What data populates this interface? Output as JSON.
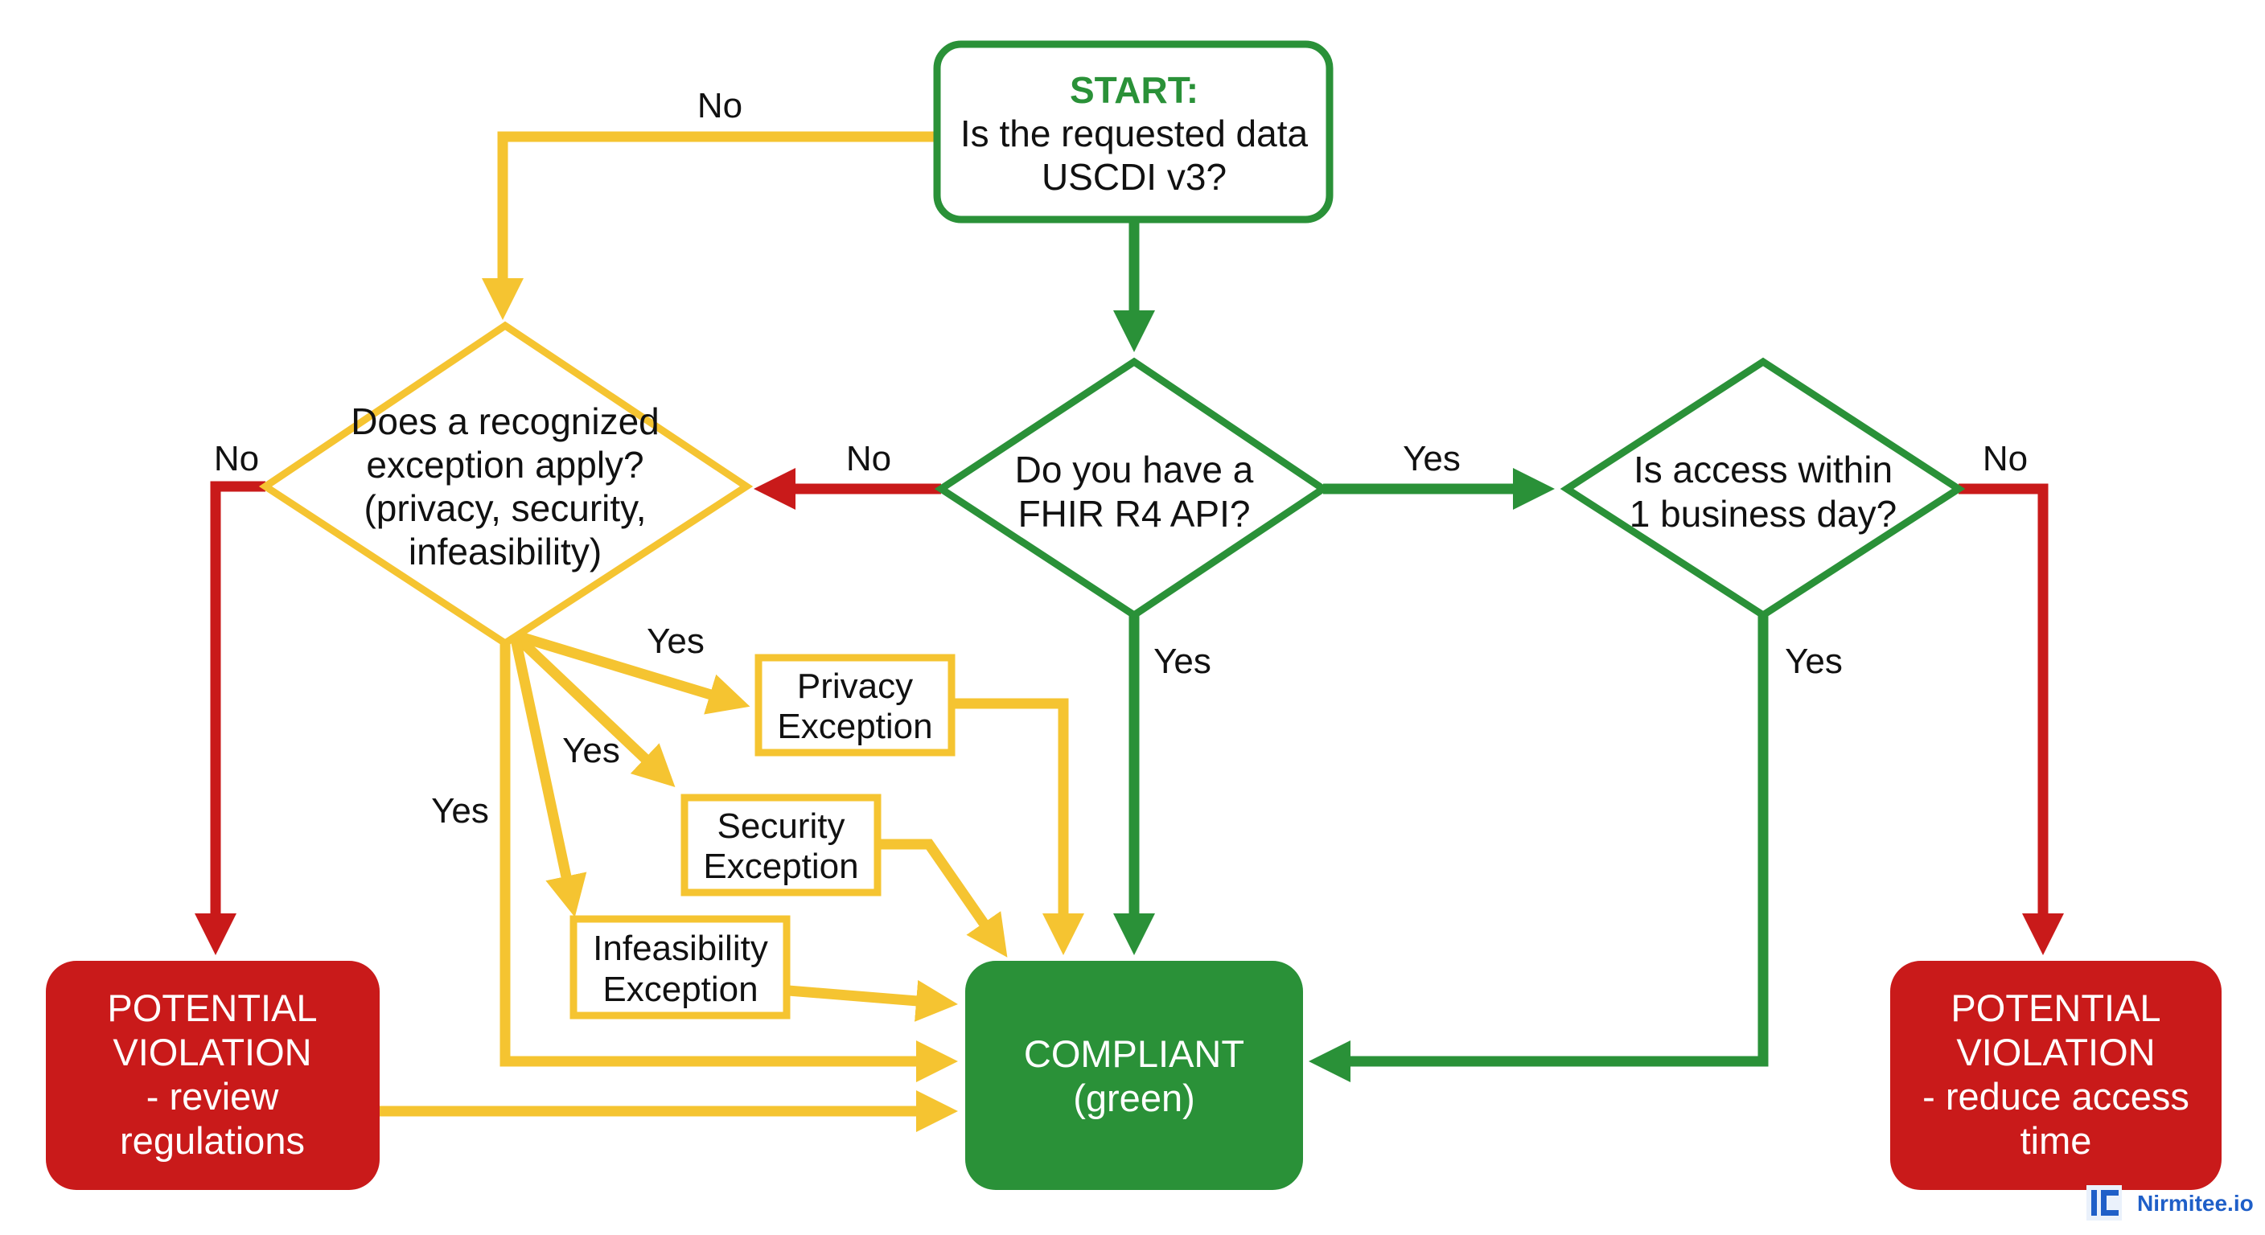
{
  "colors": {
    "green": "#2a9138",
    "yellow": "#f5c431",
    "red": "#c91a1a",
    "brand": "#1f5fc8"
  },
  "start": {
    "title": "START:",
    "line1": "Is the requested data",
    "line2": "USCDI v3?"
  },
  "decisions": {
    "exception": {
      "line1": "Does a recognized",
      "line2": "exception apply?",
      "line3": "(privacy, security,",
      "line4": "infeasibility)"
    },
    "fhir": {
      "line1": "Do you have a",
      "line2": "FHIR R4 API?"
    },
    "access": {
      "line1": "Is access within",
      "line2": "1 business day?"
    }
  },
  "exceptions": {
    "privacy": {
      "line1": "Privacy",
      "line2": "Exception"
    },
    "security": {
      "line1": "Security",
      "line2": "Exception"
    },
    "infeasibility": {
      "line1": "Infeasibility",
      "line2": "Exception"
    }
  },
  "outcomes": {
    "compliant": {
      "line1": "COMPLIANT",
      "line2": "(green)"
    },
    "violation_left": {
      "line1": "POTENTIAL",
      "line2": "VIOLATION",
      "line3": "- review",
      "line4": "regulations"
    },
    "violation_right": {
      "line1": "POTENTIAL",
      "line2": "VIOLATION",
      "line3": "- reduce access",
      "line4": "time"
    }
  },
  "edge_labels": {
    "start_no": "No",
    "exception_no": "No",
    "fhir_no": "No",
    "fhir_yes_right": "Yes",
    "access_no": "No",
    "fhir_yes_down": "Yes",
    "access_yes": "Yes",
    "exception_yes_privacy": "Yes",
    "exception_yes_security": "Yes",
    "exception_yes_direct": "Yes"
  },
  "brand": {
    "name": "Nirmitee.io",
    "icon": "nirmitee-logo-icon"
  }
}
